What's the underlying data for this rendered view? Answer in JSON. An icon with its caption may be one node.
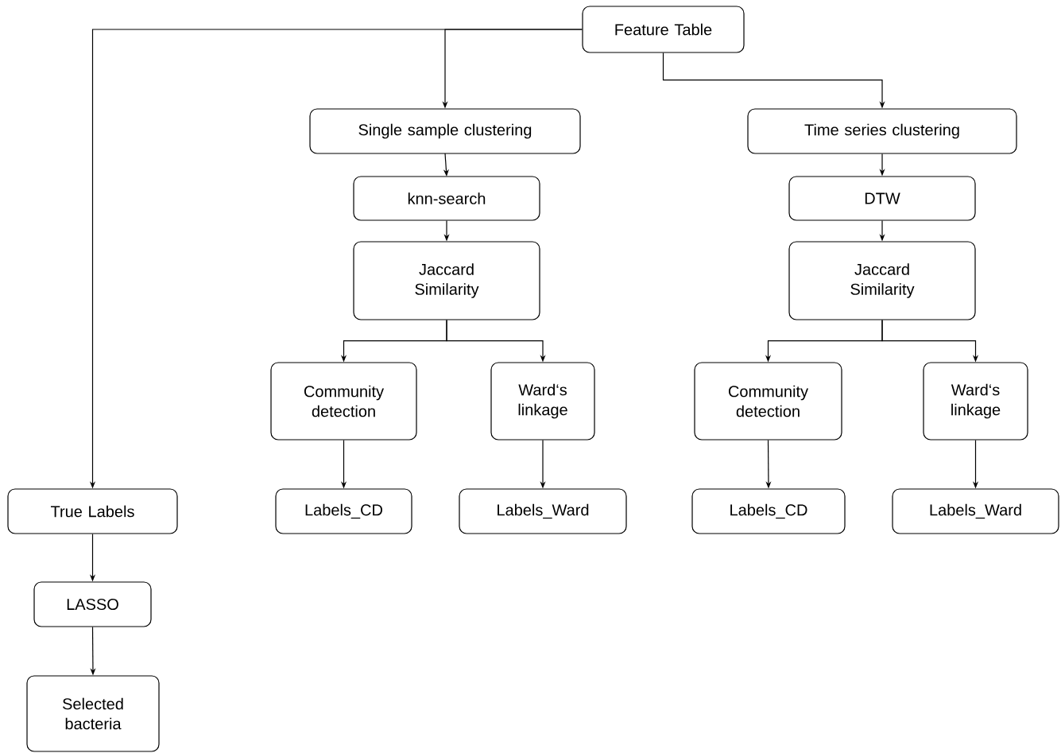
{
  "diagram": {
    "nodes": [
      {
        "text": [
          "Feature Table"
        ]
      },
      {
        "text": [
          "Single sample clustering"
        ]
      },
      {
        "text": [
          "Time series clustering"
        ]
      },
      {
        "text": [
          "knn-search"
        ]
      },
      {
        "text": [
          "DTW"
        ]
      },
      {
        "text": [
          "Jaccard Similarity"
        ]
      },
      {
        "text": [
          "Jaccard Similarity"
        ]
      },
      {
        "text": [
          "Community detection"
        ]
      },
      {
        "text": [
          "Ward‘s linkage"
        ]
      },
      {
        "text": [
          "Community detection"
        ]
      },
      {
        "text": [
          "Ward‘s linkage"
        ]
      },
      {
        "text": [
          "True Labels"
        ]
      },
      {
        "text": [
          "Labels_CD"
        ]
      },
      {
        "text": [
          "Labels_Ward"
        ]
      },
      {
        "text": [
          "Labels_CD"
        ]
      },
      {
        "text": [
          "Labels_Ward"
        ]
      },
      {
        "text": [
          "LASSO"
        ]
      },
      {
        "text": [
          "Selected bacteria"
        ]
      }
    ],
    "edges": [
      {
        "from": 0,
        "to": 11,
        "arrow": "to"
      },
      {
        "from": 0,
        "to": 1,
        "arrow": "to"
      },
      {
        "from": 0,
        "to": 2,
        "arrow": "to"
      },
      {
        "from": 1,
        "to": 3,
        "arrow": "to"
      },
      {
        "from": 3,
        "to": 5,
        "arrow": "to"
      },
      {
        "from": 5,
        "to": 7,
        "arrow": "to"
      },
      {
        "from": 5,
        "to": 8,
        "arrow": "to"
      },
      {
        "from": 2,
        "to": 4,
        "arrow": "to"
      },
      {
        "from": 4,
        "to": 6,
        "arrow": "to"
      },
      {
        "from": 6,
        "to": 9,
        "arrow": "to"
      },
      {
        "from": 6,
        "to": 10,
        "arrow": "to"
      },
      {
        "from": 7,
        "to": 12,
        "arrow": "to"
      },
      {
        "from": 8,
        "to": 13,
        "arrow": "to"
      },
      {
        "from": 9,
        "to": 14,
        "arrow": "to"
      },
      {
        "from": 10,
        "to": 15,
        "arrow": "to"
      },
      {
        "from": 11,
        "to": 16,
        "arrow": "to"
      },
      {
        "from": 16,
        "to": 17,
        "arrow": "to"
      }
    ]
  }
}
